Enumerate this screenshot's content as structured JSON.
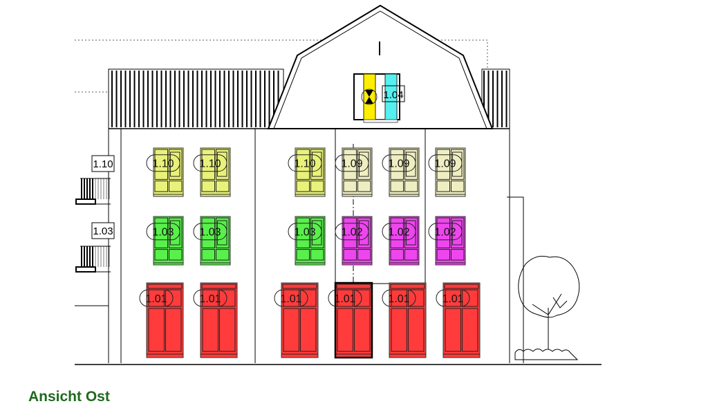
{
  "caption": "Ansicht Ost",
  "colors": {
    "yellow": "#e8f27a",
    "beige": "#efeec2",
    "green": "#58f04a",
    "magenta": "#ee46ee",
    "red": "#ff3b3b",
    "dormer_yellow": "#ffee00",
    "dormer_cyan": "#55f0f0",
    "caption": "#1e6a1e"
  },
  "dormer": {
    "label": "1.04"
  },
  "side_tags": [
    "1.10",
    "1.03"
  ],
  "rows": [
    {
      "name": "upper-floor",
      "windows": [
        {
          "label": "1.10",
          "color": "yellow"
        },
        {
          "label": "1.10",
          "color": "yellow"
        },
        {
          "label": "1.10",
          "color": "yellow"
        },
        {
          "label": "1.09",
          "color": "beige"
        },
        {
          "label": "1.09",
          "color": "beige"
        },
        {
          "label": "1.09",
          "color": "beige"
        }
      ]
    },
    {
      "name": "middle-floor",
      "windows": [
        {
          "label": "1.03",
          "color": "green"
        },
        {
          "label": "1.03",
          "color": "green"
        },
        {
          "label": "1.03",
          "color": "green"
        },
        {
          "label": "1.02",
          "color": "magenta"
        },
        {
          "label": "1.02",
          "color": "magenta"
        },
        {
          "label": "1.02",
          "color": "magenta"
        }
      ]
    },
    {
      "name": "ground-floor",
      "windows": [
        {
          "label": "1.01",
          "color": "red"
        },
        {
          "label": "1.01",
          "color": "red"
        },
        {
          "label": "1.01",
          "color": "red"
        },
        {
          "label": "1.01",
          "color": "red"
        },
        {
          "label": "1.01",
          "color": "red"
        },
        {
          "label": "1.01",
          "color": "red"
        }
      ]
    }
  ]
}
